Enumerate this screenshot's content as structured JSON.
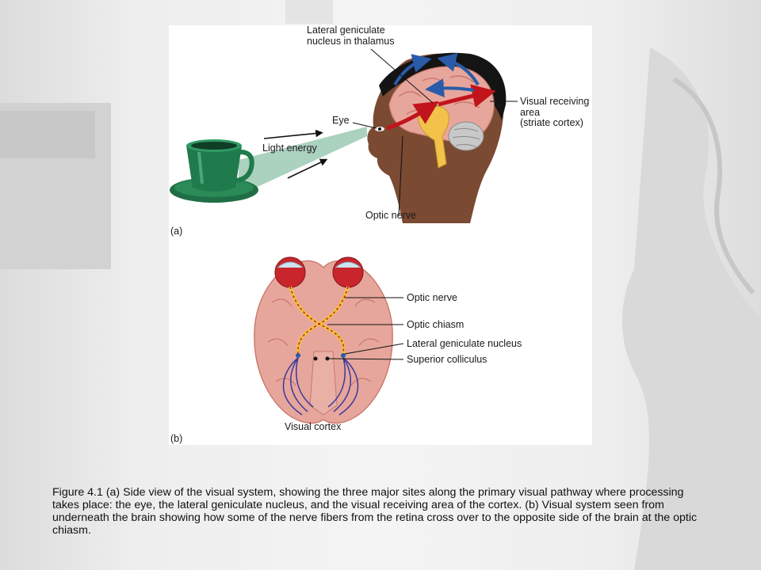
{
  "figure": {
    "panel_a": {
      "tag": "(a)",
      "labels": {
        "lgn_thalamus_line1": "Lateral geniculate",
        "lgn_thalamus_line2": "nucleus in thalamus",
        "eye": "Eye",
        "light_energy": "Light energy",
        "visual_receiving_line1": "Visual receiving",
        "visual_receiving_line2": "area",
        "visual_receiving_line3": "(striate cortex)",
        "optic_nerve": "Optic nerve"
      }
    },
    "panel_b": {
      "tag": "(b)",
      "labels": {
        "optic_nerve": "Optic nerve",
        "optic_chiasm": "Optic chiasm",
        "lgn": "Lateral geniculate nucleus",
        "superior_colliculus": "Superior colliculus",
        "visual_cortex": "Visual cortex"
      }
    }
  },
  "caption": {
    "text": "Figure 4.1 (a) Side view of the visual system, showing the three major sites along the primary visual pathway where processing takes place: the eye, the lateral geniculate nucleus, and the visual receiving area of the cortex. (b) Visual system seen from underneath the brain showing how some of the nerve fibers from the retina cross over to the opposite side of the brain at the optic chiasm."
  },
  "colors": {
    "brain": "#e7a69c",
    "brain_dark": "#c9776c",
    "cup": "#1f7a4c",
    "light_beam": "#9cc9b4",
    "arrow_red": "#c2141b",
    "arrow_blue": "#2a5ba8",
    "skin": "#7b4a32",
    "hair": "#141414",
    "thalamus": "#f2c24a",
    "nerve_yellow": "#f0c23a"
  }
}
